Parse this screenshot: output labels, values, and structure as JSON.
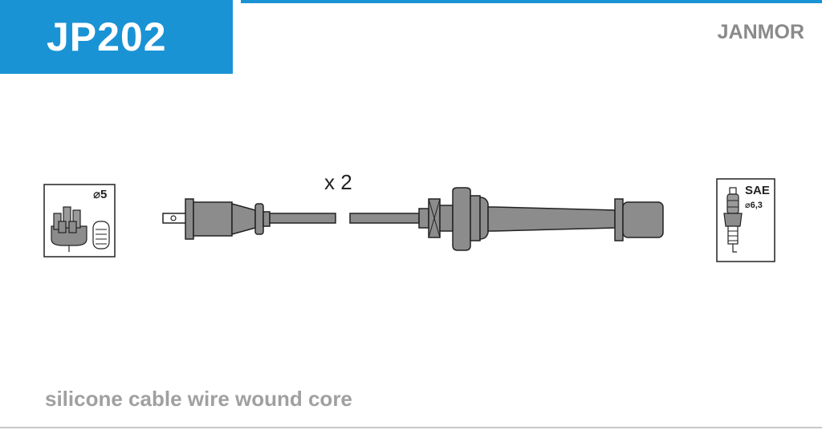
{
  "header": {
    "part_number": "JP202",
    "brand": "JANMOR"
  },
  "diagram": {
    "quantity_label": "x 2",
    "distributor_label": "⌀5",
    "plug_label_type": "SAE",
    "plug_label_size": "⌀6,3"
  },
  "footer": {
    "description": "silicone cable wire wound core"
  },
  "colors": {
    "accent": "#1a93d5",
    "part_fill": "#8c8c8c",
    "outline": "#222222"
  }
}
